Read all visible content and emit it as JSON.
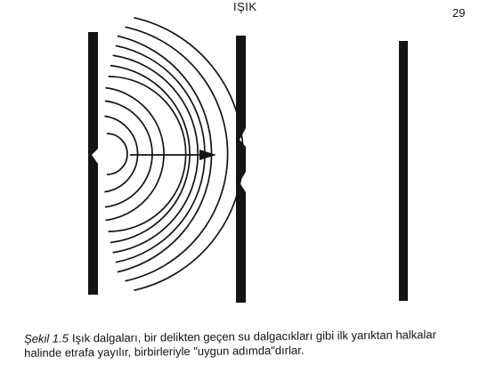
{
  "page": {
    "running_head": "IŞIK",
    "page_number": "29"
  },
  "figure": {
    "label": "Şekil 1.5",
    "caption_line1": "Işık dalgaları, bir delikten geçen su dalgacıkları gibi ilk yarıktan halkalar",
    "caption_line2": "halinde etrafa yayılır, birbirleriyle \"uygun adımda\"dırlar."
  }
}
